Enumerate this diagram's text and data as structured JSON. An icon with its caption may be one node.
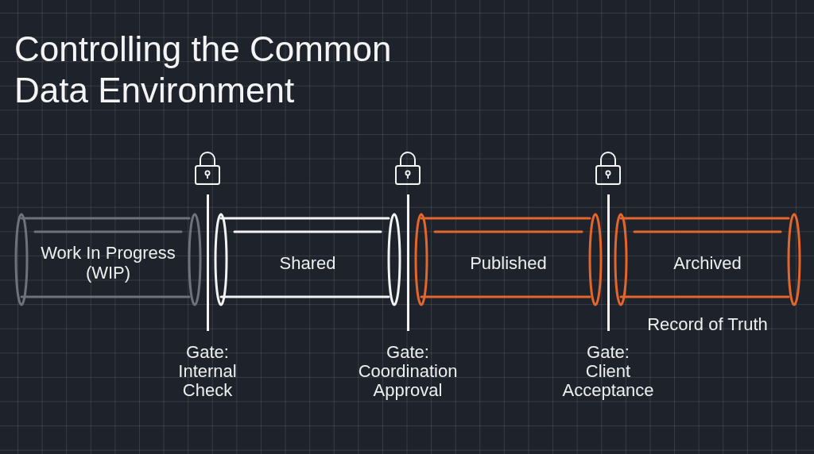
{
  "diagram": {
    "title": "Controlling the Common Data Environment",
    "nodes": [
      {
        "text": [
          "Work In Progress (WIP)"
        ]
      },
      {
        "text": [
          "Shared"
        ]
      },
      {
        "text": [
          "Published"
        ]
      },
      {
        "text": [
          "Archived"
        ],
        "beside": [
          "Record of Truth"
        ]
      }
    ],
    "labels": [
      "Gate: Internal Check",
      "Gate: Coordination Approval",
      "Gate: Client Acceptance"
    ]
  }
}
